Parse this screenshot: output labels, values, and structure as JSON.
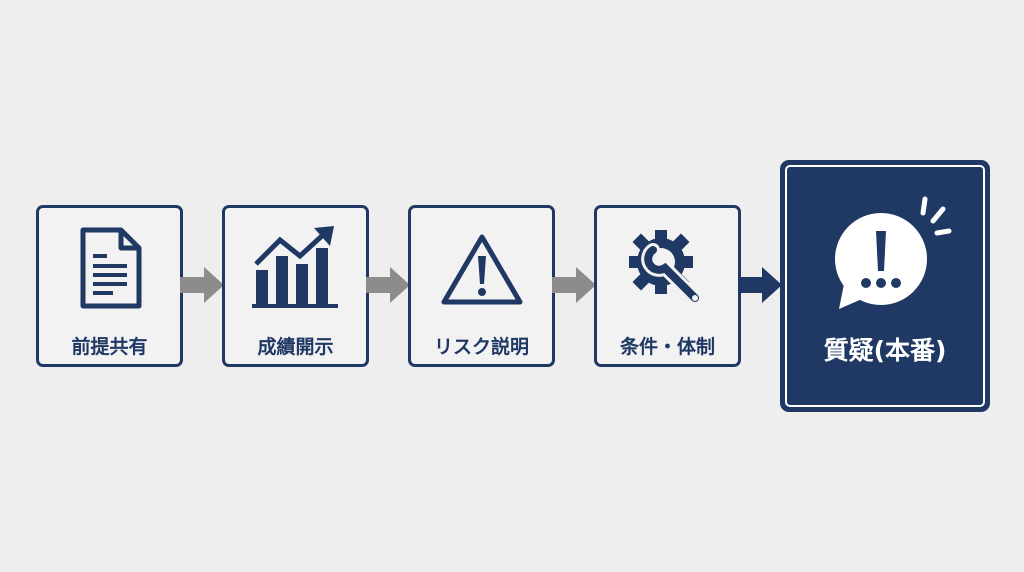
{
  "colors": {
    "primary": "#1f3864",
    "background": "#eeeeee",
    "box_fill": "#f2f2f2",
    "arrow_gray": "#8c8c8c",
    "final_text": "#ffffff"
  },
  "steps": [
    {
      "label": "前提共有",
      "icon": "document-icon"
    },
    {
      "label": "成績開示",
      "icon": "bar-chart-trend-icon"
    },
    {
      "label": "リスク説明",
      "icon": "warning-triangle-icon"
    },
    {
      "label": "条件・体制",
      "icon": "gear-wrench-icon"
    }
  ],
  "final_step": {
    "label": "質疑(本番)",
    "icon": "speech-bubble-exclamation-icon"
  },
  "connectors": [
    {
      "from": 1,
      "to": 2,
      "style": "gray"
    },
    {
      "from": 2,
      "to": 3,
      "style": "gray"
    },
    {
      "from": 3,
      "to": 4,
      "style": "gray"
    },
    {
      "from": 4,
      "to": 5,
      "style": "navy"
    }
  ]
}
